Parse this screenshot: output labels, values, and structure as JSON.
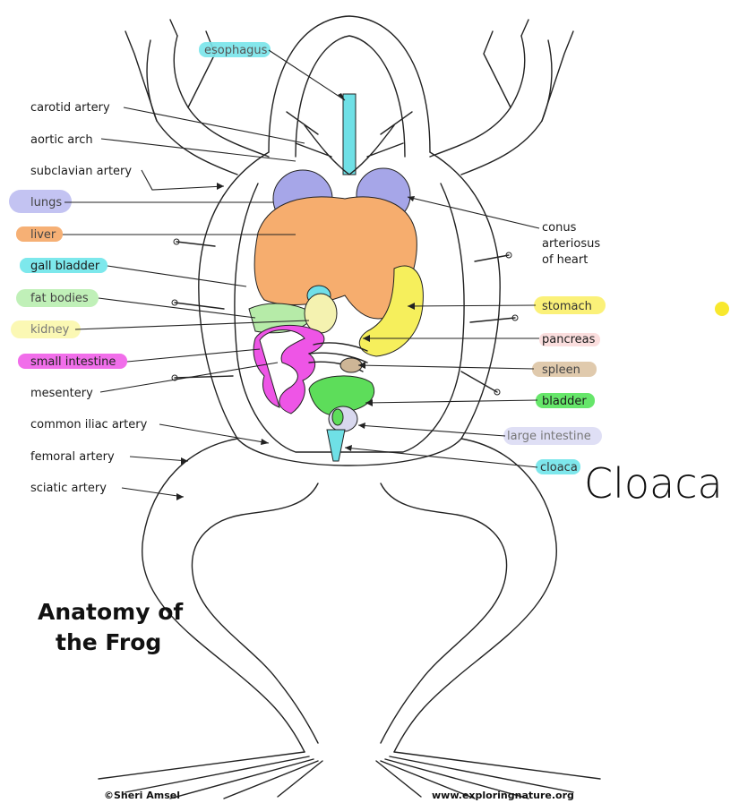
{
  "title": {
    "line1": "Anatomy of",
    "line2": "the Frog"
  },
  "credits": {
    "author": "©Sheri Amsel",
    "site": "www.exploringnature.org"
  },
  "handwritten": "Cloaca",
  "labels_left": [
    {
      "id": "carotid-artery",
      "text": "carotid artery",
      "highlight": null
    },
    {
      "id": "aortic-arch",
      "text": "aortic arch",
      "highlight": null
    },
    {
      "id": "subclavian-artery",
      "text": "subclavian artery",
      "highlight": null
    },
    {
      "id": "lungs",
      "text": "lungs",
      "highlight": "#b8b8f0"
    },
    {
      "id": "liver",
      "text": "liver",
      "highlight": "#f5a766"
    },
    {
      "id": "gall-bladder",
      "text": "gall bladder",
      "highlight": "#6fe6ea"
    },
    {
      "id": "fat-bodies",
      "text": "fat bodies",
      "highlight": "#b9eeb0"
    },
    {
      "id": "kidney",
      "text": "kidney",
      "highlight": "#fbf8b0"
    },
    {
      "id": "small-intestine",
      "text": "small intestine",
      "highlight": "#f05ee8"
    },
    {
      "id": "mesentery",
      "text": "mesentery",
      "highlight": null
    },
    {
      "id": "common-iliac-artery",
      "text": "common iliac artery",
      "highlight": null
    },
    {
      "id": "femoral-artery",
      "text": "femoral artery",
      "highlight": null
    },
    {
      "id": "sciatic-artery",
      "text": "sciatic artery",
      "highlight": null
    }
  ],
  "labels_right": [
    {
      "id": "esophagus",
      "text": "esophagus",
      "highlight": "#78e4ea"
    },
    {
      "id": "conus-1",
      "text": "conus",
      "highlight": null
    },
    {
      "id": "conus-2",
      "text": "arteriosus",
      "highlight": null
    },
    {
      "id": "conus-3",
      "text": "of heart",
      "highlight": null
    },
    {
      "id": "stomach",
      "text": "stomach",
      "highlight": "#fbf06a"
    },
    {
      "id": "pancreas",
      "text": "pancreas",
      "highlight": "#f8c8c8"
    },
    {
      "id": "spleen",
      "text": "spleen",
      "highlight": "#ddc4a4"
    },
    {
      "id": "bladder",
      "text": "bladder",
      "highlight": "#55e35a"
    },
    {
      "id": "large-intestine",
      "text": "large intestine",
      "highlight": "#dcdcf4"
    },
    {
      "id": "cloaca",
      "text": "cloaca",
      "highlight": "#70e4ea"
    }
  ],
  "colors": {
    "lungs": "#a6a6e8",
    "liver": "#f6ad6e",
    "gall_bladder": "#70dfe8",
    "fat_bodies": "#b6eba8",
    "kidney": "#f4f2b0",
    "stomach": "#f6ef5c",
    "small_intestine": "#ee55e6",
    "spleen": "#cdb596",
    "bladder": "#5ddd5a",
    "large_intestine": "#d8d8ee",
    "esophagus": "#6fe0e6",
    "cloaca": "#6fe0e6",
    "yellow_dot": "#f8e82e"
  }
}
